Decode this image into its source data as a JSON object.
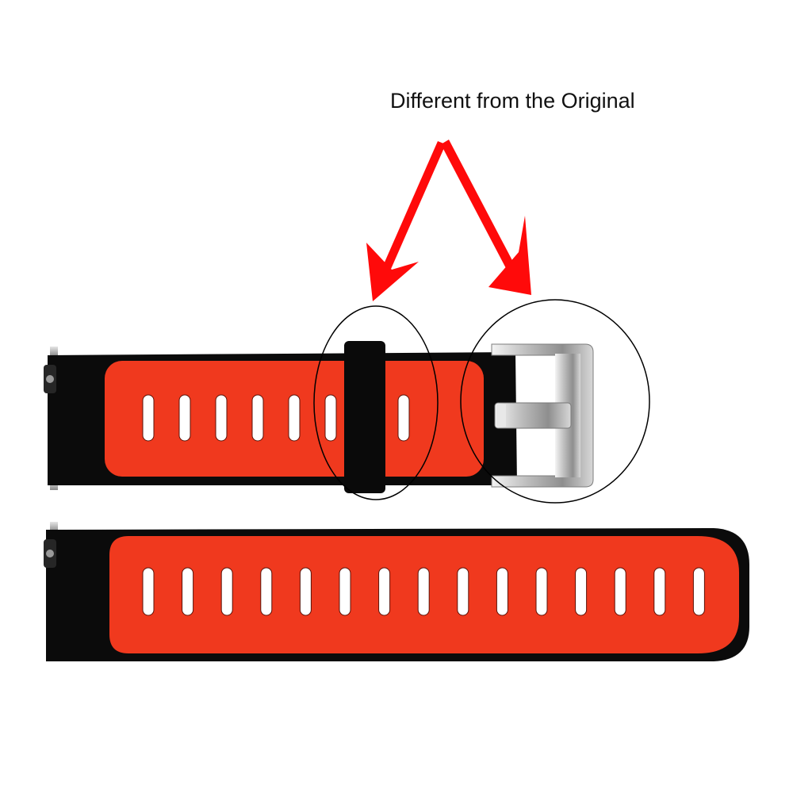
{
  "annotation": {
    "text": "Different from the Original"
  },
  "colors": {
    "background": "#ffffff",
    "strap_black": "#0b0b0b",
    "strap_red": "#f0391e",
    "buckle_metal": "#c9c9c9",
    "arrow_red": "#ff0a0a",
    "circle_outline": "#000000"
  },
  "strap_top": {
    "hole_count": 8,
    "has_keeper_loop": true,
    "has_buckle": true
  },
  "strap_bottom": {
    "hole_count": 15,
    "has_keeper_loop": false,
    "has_buckle": false
  },
  "highlights": [
    {
      "name": "keeper-loop",
      "icon": "circle-outline"
    },
    {
      "name": "buckle",
      "icon": "circle-outline"
    }
  ]
}
